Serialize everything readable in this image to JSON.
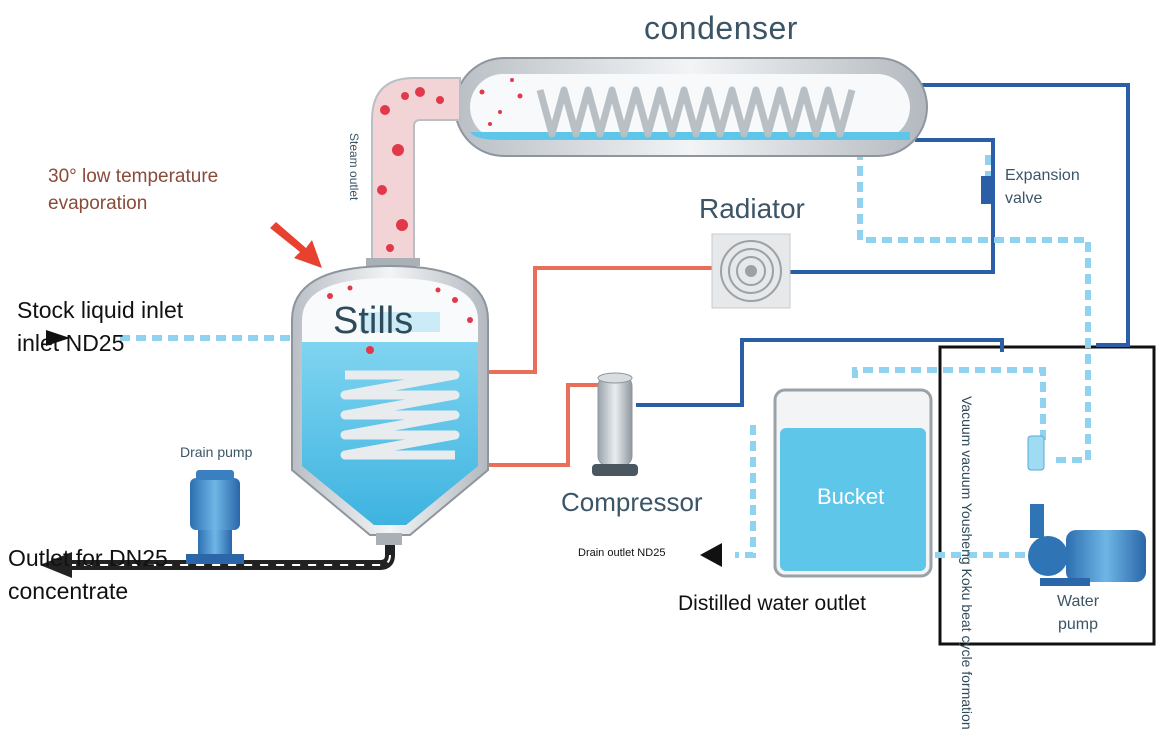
{
  "labels": {
    "condenser": "condenser",
    "radiator": "Radiator",
    "compressor": "Compressor",
    "bucket": "Bucket",
    "stills": "Stills",
    "evaporation": "30° low temperature evaporation",
    "expansion_valve": "Expansion valve",
    "stock_inlet": "Stock liquid inlet inlet ND25",
    "outlet_concentrate": "Outlet for DN25 concentrate",
    "drain_pump": "Drain pump",
    "drain_outlet": "Drain outlet ND25",
    "distilled_outlet": "Distilled water outlet",
    "water_pump": "Water pump",
    "steam_outlet": "Steam outlet",
    "vacuum": "Vacuum vacuum Yousheng Koku beat cycle formation"
  },
  "colors": {
    "hot_pipe": "#e8705a",
    "cold_pipe": "#2a5fa8",
    "water": "#5ec6e8",
    "water_light": "#bfe7f5",
    "steam_red": "#e2394a",
    "vessel_shell": "#c9ced3",
    "highlight_box": "#111111",
    "arrow_red": "#e8412f"
  },
  "icons": {
    "radiator": "fan-grille-icon",
    "compressor": "compressor-cylinder-icon",
    "drain_pump": "pump-motor-icon",
    "water_pump": "pump-motor-icon",
    "expansion_valve": "valve-icon"
  }
}
